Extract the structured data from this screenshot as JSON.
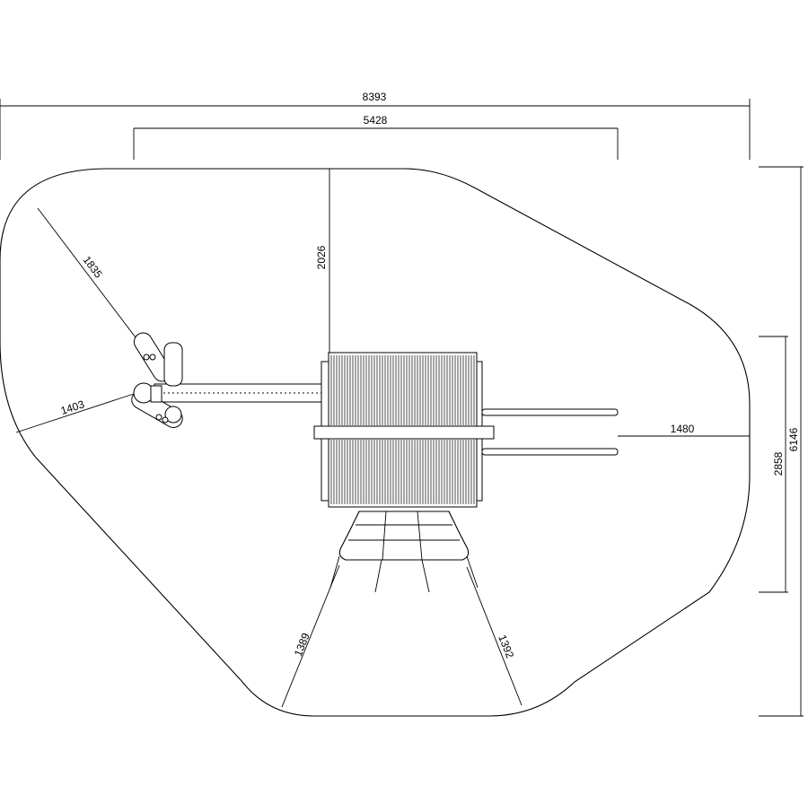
{
  "drawing": {
    "dimensions": {
      "overall_width": "8393",
      "inner_width": "5428",
      "overall_depth": "6146",
      "side_depth": "2858",
      "top_clearance": "2026",
      "right_clearance": "1480",
      "diag_upper_left": "1835",
      "diag_left": "1403",
      "diag_bottom_left": "1389",
      "diag_bottom_right": "1392"
    }
  }
}
